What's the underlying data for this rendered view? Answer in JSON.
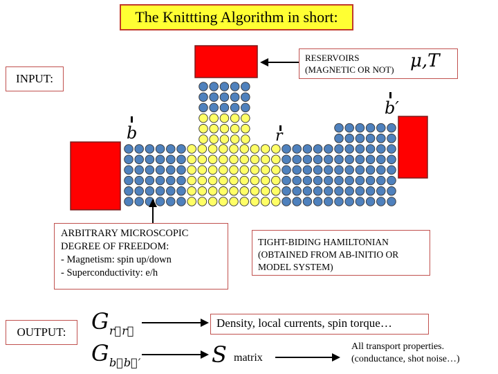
{
  "title": "The Knittting Algorithm in short:",
  "input_label": "INPUT:",
  "output_label": "OUTPUT:",
  "reservoirs": {
    "line1": "RESERVOIRS",
    "line2": "(MAGNETIC OR NOT)",
    "symbol": "μ,T"
  },
  "site_labels": {
    "b": "b",
    "r": "r",
    "b_prime": "b′"
  },
  "dof_box": {
    "lines": [
      "ARBITRARY MICROSCOPIC",
      "DEGREE OF FREEDOM:",
      "- Magnetism: spin up/down",
      "- Superconductivity: e/h"
    ]
  },
  "hamiltonian_box": {
    "lines": [
      "TIGHT-BIDING HAMILTONIAN",
      "(OBTAINED FROM AB-INITIO OR",
      "MODEL SYSTEM)"
    ]
  },
  "output": {
    "g_rr_symbol": "G",
    "g_rr_sub": "r⃗r⃗",
    "density_text": "Density, local currents, spin torque…",
    "g_bb_symbol": "G",
    "g_bb_sub": "b⃗b⃗′",
    "s_symbol": "S",
    "matrix_text": "matrix",
    "transport_line1": "All transport properties.",
    "transport_line2": "(conductance, shot noise…)"
  },
  "colors": {
    "blue_site": "#4f81bd",
    "yellow_site": "#ffff66",
    "reservoir": "#ff0000",
    "title_bg": "#ffff33",
    "box_border": "#c0504d"
  }
}
